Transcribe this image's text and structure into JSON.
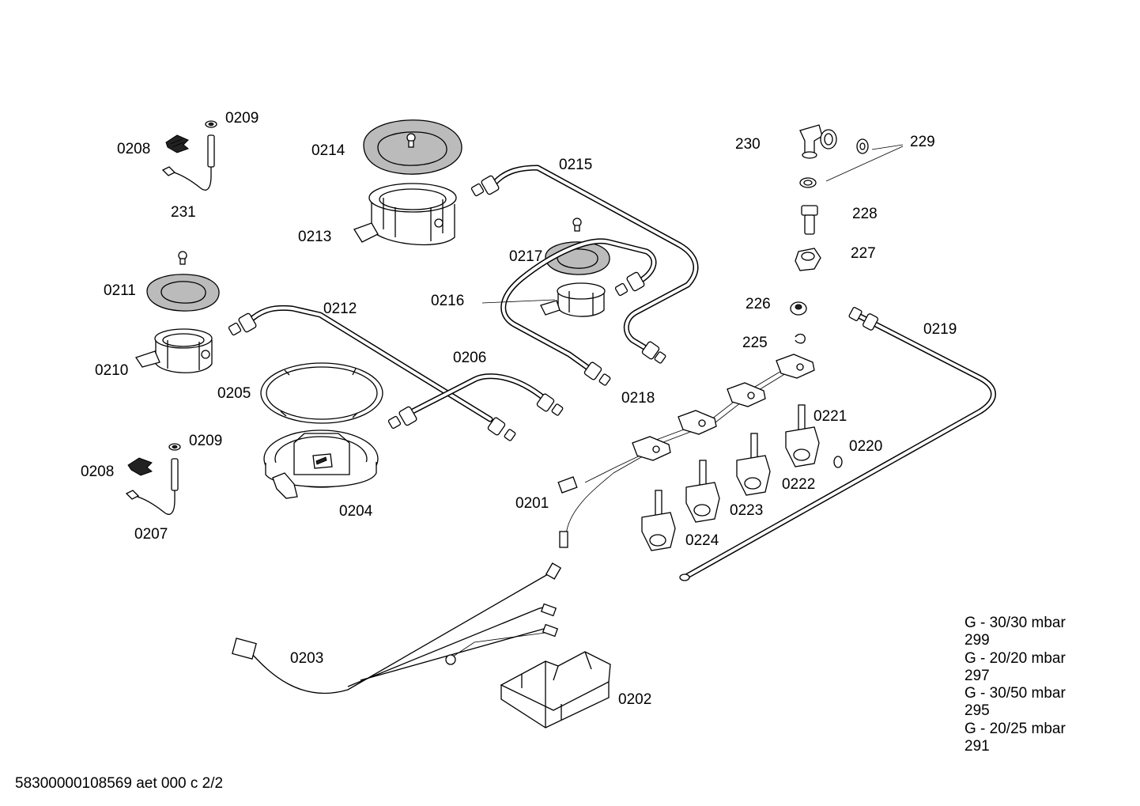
{
  "labels": {
    "l0209a": "0209",
    "l0208a": "0208",
    "l231": "231",
    "l0214": "0214",
    "l0213": "0213",
    "l0215": "0215",
    "l0217": "0217",
    "l0216": "0216",
    "l0211": "0211",
    "l0210": "0210",
    "l0212": "0212",
    "l0206": "0206",
    "l0205": "0205",
    "l0204": "0204",
    "l0209b": "0209",
    "l0208b": "0208",
    "l0207": "0207",
    "l0218": "0218",
    "l230": "230",
    "l229": "229",
    "l228": "228",
    "l227": "227",
    "l226": "226",
    "l225": "225",
    "l0219": "0219",
    "l0221": "0221",
    "l0220": "0220",
    "l0222": "0222",
    "l0223": "0223",
    "l0224": "0224",
    "l0201": "0201",
    "l0203": "0203",
    "l0202": "0202"
  },
  "gas_variants": [
    {
      "gas": "G - 30/30 mbar",
      "code": "299"
    },
    {
      "gas": "G - 20/20 mbar",
      "code": "297"
    },
    {
      "gas": "G - 30/50 mbar",
      "code": "295"
    },
    {
      "gas": "G - 20/25 mbar",
      "code": "291"
    }
  ],
  "footer": "58300000108569 aet 000 c 2/2"
}
